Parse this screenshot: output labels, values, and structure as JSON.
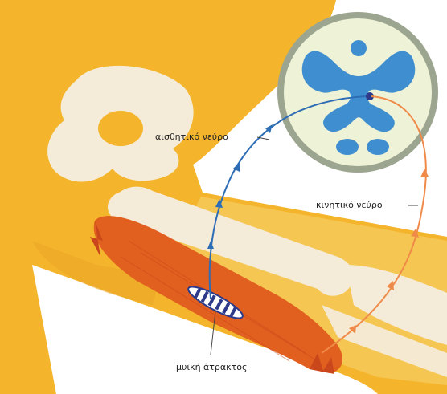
{
  "labels": {
    "sensory_nerve": "αισθητικό νεύρο",
    "motor_nerve": "κινητικό νεύρο",
    "muscle_spindle": "μυϊκή άτρακτος"
  },
  "colors": {
    "background": "#ffffff",
    "skin": "#f4b52d",
    "skin_light": "#f6c653",
    "bone": "#f4ecd8",
    "muscle": "#e2601f",
    "muscle_dark": "#c9471a",
    "spinal_cord_ring": "#9ca58f",
    "spinal_cord_fill": "#eef2d6",
    "grey_matter": "#3f8fd0",
    "sensory_nerve": "#2d6db5",
    "motor_nerve": "#f08a48"
  }
}
